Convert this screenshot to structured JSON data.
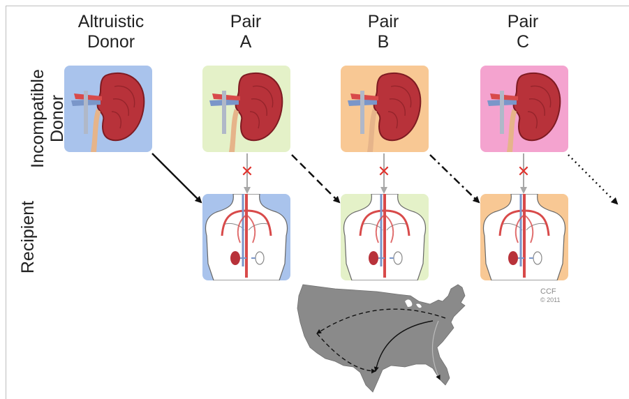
{
  "columns": [
    {
      "line1": "Altruistic",
      "line2": "Donor",
      "color": "#a9c3ec"
    },
    {
      "line1": "Pair",
      "line2": "A",
      "color": "#e4f1c8"
    },
    {
      "line1": "Pair",
      "line2": "B",
      "color": "#f8c894"
    },
    {
      "line1": "Pair",
      "line2": "C",
      "color": "#f4a3cf"
    }
  ],
  "rows": {
    "donor": "Incompatible\nDonor",
    "recipient": "Recipient"
  },
  "incompatible_mark": "✕",
  "colors": {
    "kidney": "#b8323a",
    "kidney_dark": "#7e1b22",
    "vessel_red": "#d84a4a",
    "vessel_blue": "#7a96c9",
    "map_fill": "#8a8a8a",
    "cross": "#e0322c",
    "arrow": "#111111"
  },
  "credit": {
    "line1": "CCF",
    "line2": "© 2011"
  }
}
